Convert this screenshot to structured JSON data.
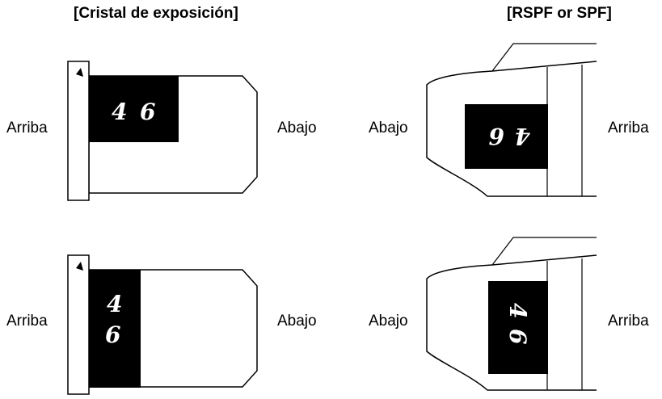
{
  "headings": {
    "glass": "[Cristal de exposición]",
    "feeder": "[RSPF or SPF]"
  },
  "labels": {
    "top": "Arriba",
    "bottom": "Abajo"
  },
  "original_glyphs": [
    "4",
    "6"
  ],
  "colors": {
    "line": "#000000",
    "original": "#000000",
    "background": "#ffffff"
  }
}
